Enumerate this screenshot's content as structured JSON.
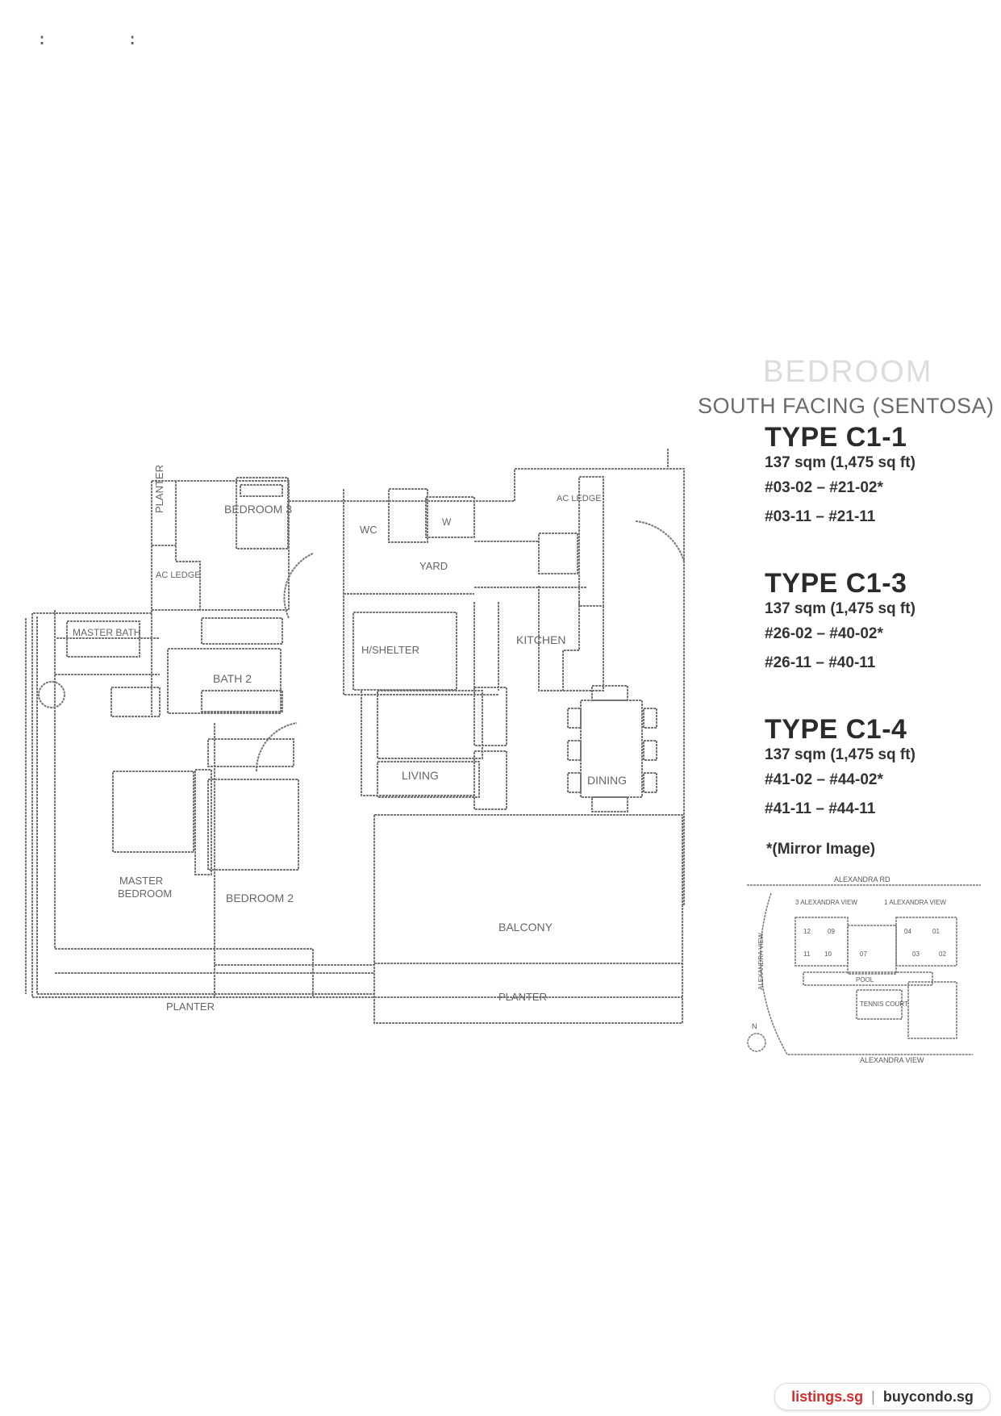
{
  "scan_marks": ": :",
  "heading": {
    "faded_title": "BEDROOM",
    "facing": "SOUTH FACING (SENTOSA)"
  },
  "types": [
    {
      "name": "TYPE C1-1",
      "area": "137 sqm (1,475 sq ft)",
      "units": [
        "#03-02 – #21-02*",
        "#03-11 – #21-11"
      ]
    },
    {
      "name": "TYPE C1-3",
      "area": "137 sqm (1,475 sq ft)",
      "units": [
        "#26-02 – #40-02*",
        "#26-11 – #40-11"
      ]
    },
    {
      "name": "TYPE C1-4",
      "area": "137 sqm (1,475 sq ft)",
      "units": [
        "#41-02 – #44-02*",
        "#41-11 – #44-11"
      ]
    }
  ],
  "mirror_note": "*(Mirror Image)",
  "floor_plan": {
    "rooms": {
      "planter_side": "PLANTER",
      "bedroom3": "BEDROOM 3",
      "ac_ledge_left": "AC LEDGE",
      "wc": "WC",
      "w": "W",
      "ac_ledge_right": "AC LEDGE",
      "yard": "YARD",
      "household_shelter": "H/SHELTER",
      "kitchen": "KITCHEN",
      "master_bath": "MASTER BATH",
      "bath2": "BATH 2",
      "living": "LIVING",
      "dining": "DINING",
      "master_bedroom_1": "MASTER",
      "master_bedroom_2": "BEDROOM",
      "bedroom2": "BEDROOM 2",
      "balcony": "BALCONY",
      "planter_bottom": "PLANTER",
      "planter_balcony": "PLANTER"
    }
  },
  "site_plan": {
    "road_top": "ALEXANDRA RD",
    "road_left": "ALEXANDRA VIEW",
    "road_bottom": "ALEXANDRA VIEW",
    "tower_left": "3 ALEXANDRA VIEW",
    "tower_right": "1 ALEXANDRA VIEW",
    "pool": "POOL",
    "tennis": "TENNIS COURT",
    "units": [
      "12",
      "09",
      "11",
      "10",
      "07",
      "04",
      "01",
      "03",
      "02"
    ],
    "north": "N"
  },
  "footer": {
    "left": "listings.sg",
    "separator": "|",
    "right": "buycondo.sg"
  }
}
